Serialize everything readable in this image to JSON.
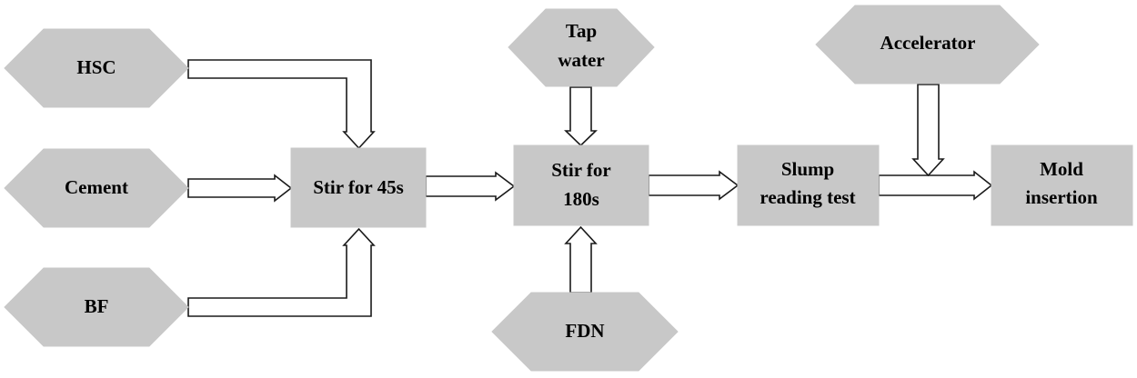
{
  "inputs": {
    "hsc": "HSC",
    "cement": "Cement",
    "bf": "BF",
    "tap_water_line1": "Tap",
    "tap_water_line2": "water",
    "fdn": "FDN",
    "accelerator": "Accelerator"
  },
  "steps": {
    "stir45": "Stir for 45s",
    "stir180_line1": "Stir for",
    "stir180_line2": "180s",
    "slump_line1": "Slump",
    "slump_line2": "reading test",
    "mold_line1": "Mold",
    "mold_line2": "insertion"
  },
  "colors": {
    "shape_fill": "#c8c8c8",
    "arrow_stroke": "#1a1a1a",
    "arrow_fill": "#ffffff",
    "text": "#000000"
  }
}
